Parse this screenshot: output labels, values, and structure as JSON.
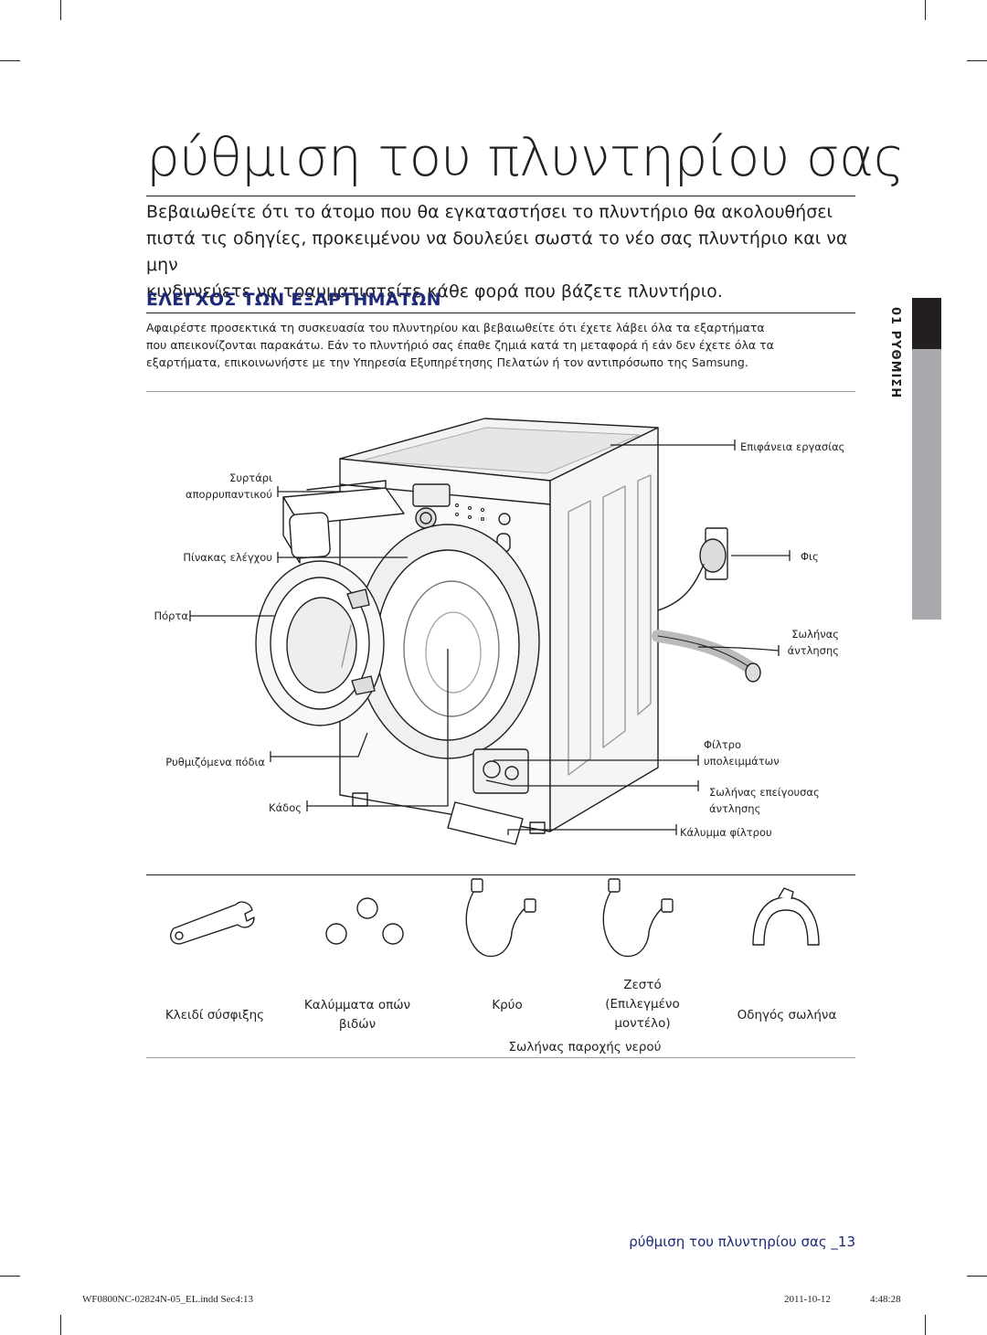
{
  "page": {
    "title": "ρύθμιση του πλυντηρίου σας",
    "intro": "Βεβαιωθείτε ότι το άτομο που θα εγκαταστήσει το πλυντήριο θα ακολουθήσει\nπιστά τις οδηγίες, προκειμένου να δουλεύει σωστά το νέο σας πλυντήριο και να μην\nκινδυνεύετε να τραυματιστείτε κάθε φορά που βάζετε πλυντήριο.",
    "section_heading": "ΕΛΕΓΧΟΣ ΤΩΝ ΕΞΑΡΤΗΜΑΤΩΝ",
    "section_text": "Αφαιρέστε προσεκτικά τη συσκευασία του πλυντηρίου και βεβαιωθείτε ότι έχετε λάβει όλα τα εξαρτήματα\nπου απεικονίζονται παρακάτω. Εάν το πλυντήριό σας έπαθε ζημιά κατά τη μεταφορά ή εάν δεν έχετε όλα τα\nεξαρτήματα, επικοινωνήστε με την Υπηρεσία Εξυπηρέτησης Πελατών ή τον αντιπρόσωπο της Samsung.",
    "side_tab": "01 ΡΥΘΜΙΣΗ",
    "footer": "ρύθμιση του πλυντηρίου σας _13",
    "slug_left": "WF0800NC-02824N-05_EL.indd   Sec4:13",
    "slug_date": "2011-10-12",
    "slug_time": "4:48:28"
  },
  "diagram": {
    "labels": {
      "detergent_drawer": "Συρτάρι\nαπορρυπαντικού",
      "control_panel": "Πίνακας ελέγχου",
      "door": "Πόρτα",
      "adjustable_feet": "Ρυθμιζόμενα πόδια",
      "drum": "Κάδος",
      "worktop": "Επιφάνεια εργασίας",
      "plug": "Φις",
      "drain_hose": "Σωλήνας\nάντλησης",
      "debris_filter": "Φίλτρο\nυπολειμμάτων",
      "emergency_drain": "Σωλήνας επείγουσας\nάντλησης",
      "filter_cover": "Κάλυμμα φίλτρου"
    }
  },
  "accessories": {
    "spanner": "Κλειδί σύσφιξης",
    "bolt_caps": "Καλύμματα οπών\nβιδών",
    "cold": "Κρύο",
    "hot": "Ζεστό\n(Επιλεγμένο\nμοντέλο)",
    "hose_guide": "Οδηγός σωλήνα",
    "water_supply_hose": "Σωλήνας παροχής νερού"
  }
}
